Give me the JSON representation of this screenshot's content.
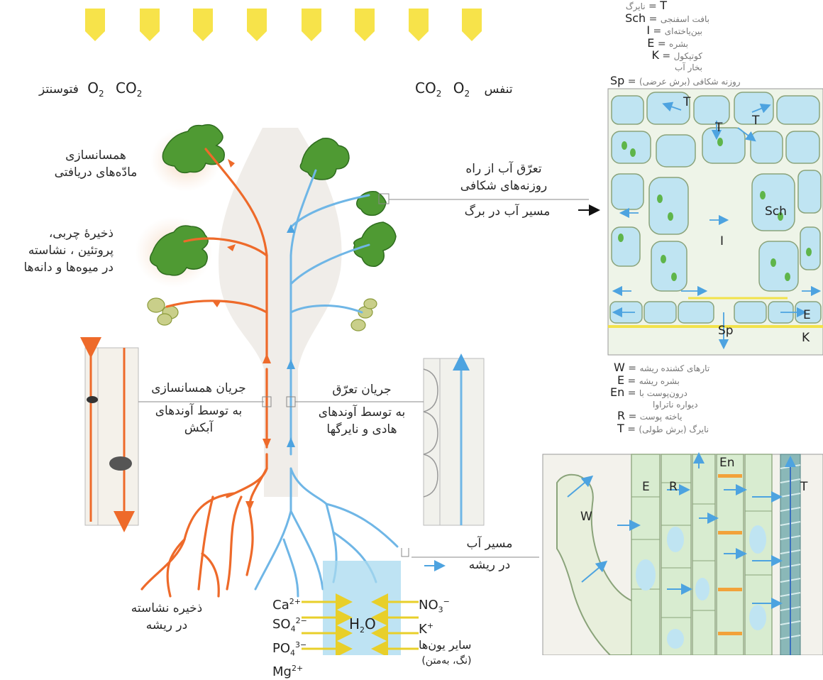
{
  "gases": {
    "photosynthesis_label": "فتوسنتز",
    "respiration_label": "تنفس",
    "o2": "O2",
    "co2": "CO2"
  },
  "left_labels": {
    "assimilate": [
      "همسانسازی",
      "مادّه‌های دریافتی"
    ],
    "storage_fruits": [
      "ذخیرهٔ چربی،",
      "پروتئین ، نشاسته",
      "در میوه‌ها و دانه‌ها"
    ],
    "storage_root": [
      "ذخیره نشاسته",
      "در ریشه"
    ],
    "phloem_flow": [
      "جریان همسانسازی",
      "به توسط آوندهای",
      "آبکش"
    ]
  },
  "right_labels": {
    "transpiration_stomata": [
      "تعرّق آب از راه",
      "روزنه‌های شکافی"
    ],
    "leaf_water_path": "مسیر آب در برگ",
    "xylem_flow": [
      "جریان تعرّق",
      "به توسط آوندهای",
      "هادی و نایرگها"
    ],
    "root_water_path": [
      "مسیر آب",
      "در ریشه"
    ]
  },
  "leaf_legend": [
    {
      "abbr": "T",
      "text": "نایرگ"
    },
    {
      "abbr": "Sch",
      "text": "بافت اسفنجی"
    },
    {
      "abbr": "I",
      "text": "بین‌یاخته‌ای"
    },
    {
      "abbr": "E",
      "text": "بشره"
    },
    {
      "abbr": "K",
      "text": "کوتیکول"
    },
    {
      "abbr": "",
      "text": "بخار آب"
    },
    {
      "abbr": "Sp",
      "text": "روزنه شکافی (برش عرضی)"
    }
  ],
  "root_legend": [
    {
      "abbr": "W",
      "text": "تارهای کشنده ریشه"
    },
    {
      "abbr": "E",
      "text": "بشره ریشه"
    },
    {
      "abbr": "En",
      "text": "درون‌پوست با"
    },
    {
      "abbr": "",
      "text": "دیواره ناتراوا"
    },
    {
      "abbr": "R",
      "text": "یاخته پوست"
    },
    {
      "abbr": "T",
      "text": "نایرگ (برش طولی)"
    }
  ],
  "leaf_cells": {
    "T1": "T",
    "T2": "T",
    "T3": "T",
    "Sch": "Sch",
    "I": "I",
    "E": "E",
    "Sp": "Sp",
    "K": "K"
  },
  "root_cells": {
    "W": "W",
    "E": "E",
    "R": "R",
    "En": "En",
    "T": "T"
  },
  "ions": {
    "left": [
      "Ca2+",
      "SO42−",
      "PO43−",
      "Mg2+"
    ],
    "right": [
      "NO3−",
      "K+",
      "سایر یون‌ها",
      "(نگ، به‌متن)"
    ],
    "water": "H2O"
  },
  "colors": {
    "sun": "#f7e34a",
    "phloem": "#ee6a2a",
    "xylem": "#6fb6e6",
    "leaf_green": "#4f9a33",
    "cell_fill": "#bfe4f2",
    "cuticle": "#f2e24a",
    "endodermis_band": "#f2a23a"
  }
}
